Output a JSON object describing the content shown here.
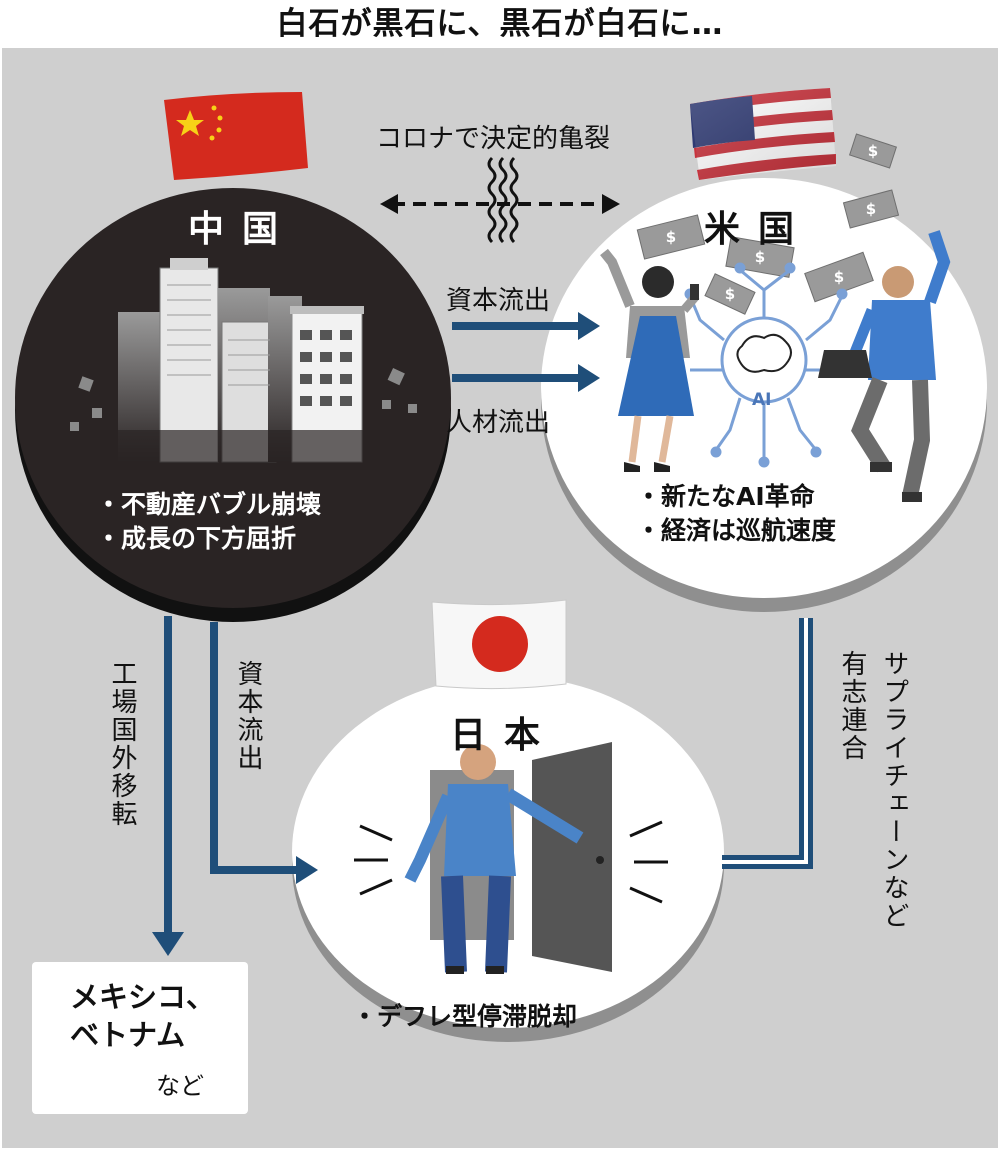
{
  "title": "白石が黒石に、黒石が白石に…",
  "labels": {
    "corona": "コロナで決定的亀裂",
    "capital_out_us": "資本流出",
    "talent_out_us": "人材流出",
    "factory_move": "工場国外移転",
    "capital_out_japan": "資本流出",
    "supply_chain": "サプライチェーンなど",
    "coalition": "有志連合"
  },
  "china": {
    "name": "中国",
    "bullets": [
      "・不動産バブル崩壊",
      "・成長の下方屈折"
    ]
  },
  "us": {
    "name": "米国",
    "bullets": [
      "・新たなAI革命",
      "・経済は巡航速度"
    ],
    "ai_label": "AI",
    "dollar_sign": "$"
  },
  "japan": {
    "name": "日本",
    "bullets": [
      "・デフレ型停滞脱却"
    ]
  },
  "destination": {
    "line1": "メキシコ、",
    "line2": "ベトナム",
    "note": "など"
  },
  "colors": {
    "panel": "#cfcfcf",
    "arrow": "#1f4e79",
    "china_circle": "#2a2424",
    "us_circle": "#ffffff",
    "figure_blue": "#4a7cc0",
    "flag_red": "#d42a1e"
  }
}
